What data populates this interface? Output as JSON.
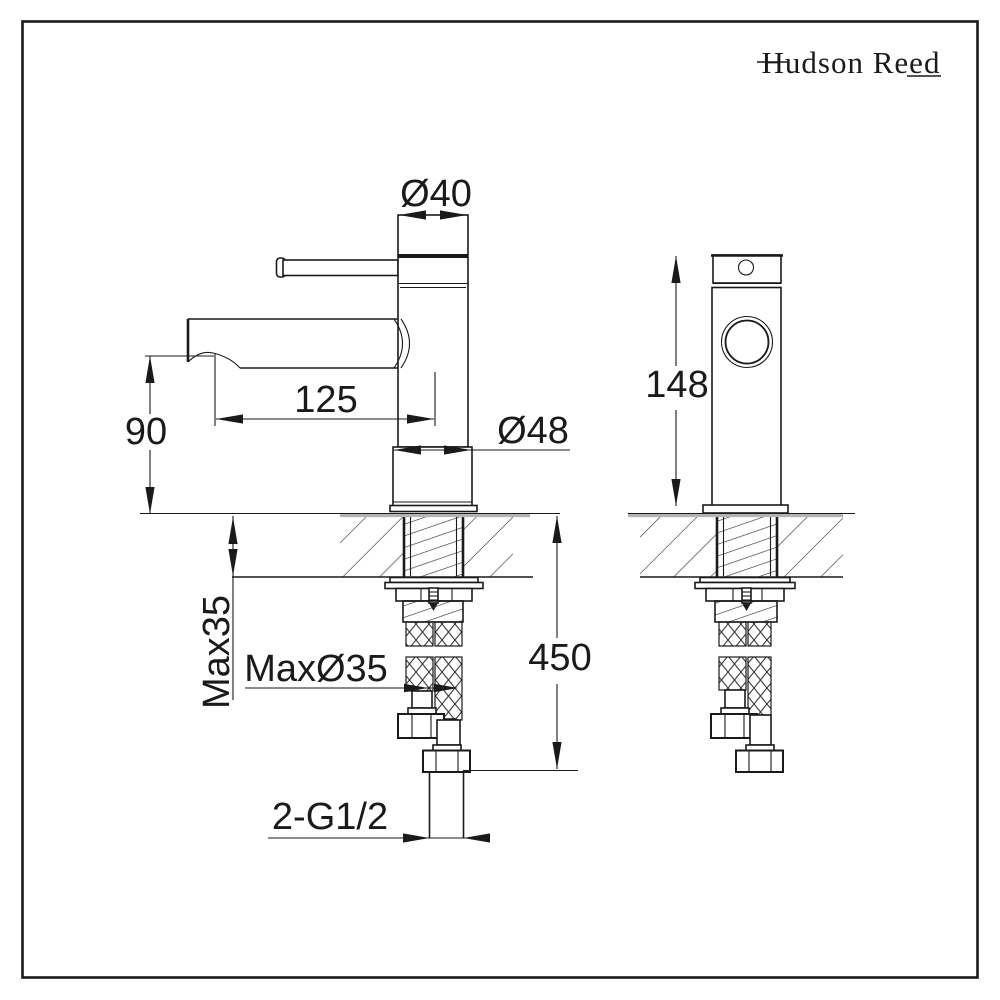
{
  "brand": {
    "name": "Hudson Reed"
  },
  "colors": {
    "ink": "#1a1a1a",
    "hatch": "#3c3c3c",
    "surface": "#b4b4b4",
    "bg": "#ffffff"
  },
  "dimensions": {
    "spout_diameter": {
      "label": "Ø40"
    },
    "spout_reach": {
      "label": "125"
    },
    "spout_height": {
      "label": "90"
    },
    "base_diameter": {
      "label": "Ø48"
    },
    "body_height": {
      "label": "148"
    },
    "max_deck_thickness": {
      "label": "Max35"
    },
    "max_hole_diameter": {
      "label": "MaxØ35"
    },
    "hose_length": {
      "label": "450"
    },
    "inlet_thread": {
      "label": "2-G1/2"
    }
  }
}
